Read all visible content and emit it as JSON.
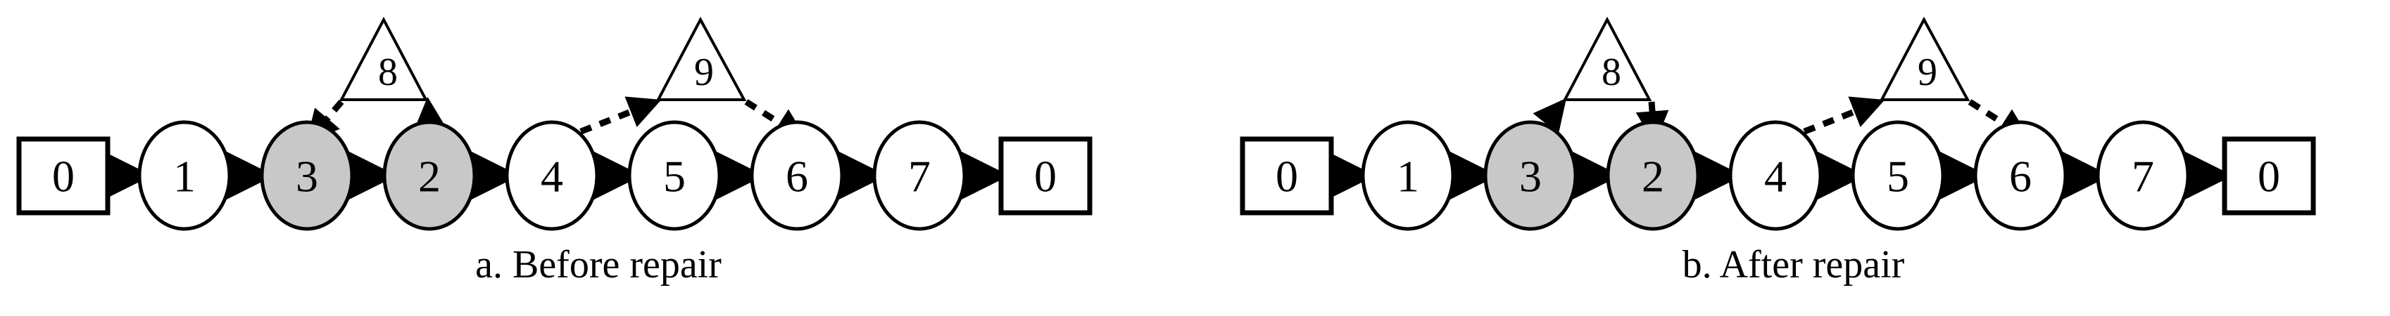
{
  "figure": {
    "type": "diagram",
    "subtype": "route-repair-sequence",
    "background": "#ffffff",
    "stroke_color": "#000000",
    "shaded_fill": "#c8c8c8",
    "plain_fill": "#ffffff"
  },
  "panels": [
    {
      "id": "a",
      "caption": "a. Before repair",
      "depot_start_label": "0",
      "depot_end_label": "0",
      "sequence": [
        {
          "label": "0",
          "shape": "square",
          "shaded": false
        },
        {
          "label": "1",
          "shape": "ellipse",
          "shaded": false
        },
        {
          "label": "3",
          "shape": "ellipse",
          "shaded": true
        },
        {
          "label": "2",
          "shape": "ellipse",
          "shaded": true
        },
        {
          "label": "4",
          "shape": "ellipse",
          "shaded": false
        },
        {
          "label": "5",
          "shape": "ellipse",
          "shaded": false
        },
        {
          "label": "6",
          "shape": "ellipse",
          "shaded": false
        },
        {
          "label": "7",
          "shape": "ellipse",
          "shaded": false
        },
        {
          "label": "0",
          "shape": "square",
          "shaded": false
        }
      ],
      "solid_arrows": [
        {
          "from": "0",
          "to": "1"
        },
        {
          "from": "1",
          "to": "3"
        },
        {
          "from": "3",
          "to": "2"
        },
        {
          "from": "2",
          "to": "4"
        },
        {
          "from": "4",
          "to": "5"
        },
        {
          "from": "5",
          "to": "6"
        },
        {
          "from": "6",
          "to": "7"
        },
        {
          "from": "7",
          "to": "0"
        }
      ],
      "triangles": [
        {
          "label": "8",
          "over_between": [
            "3",
            "2"
          ],
          "dashed_arrows": [
            {
              "from": "8",
              "to": "3",
              "direction": "down-left"
            },
            {
              "from": "2",
              "to": "8",
              "direction": "up-right"
            }
          ]
        },
        {
          "label": "9",
          "over_between": [
            "4",
            "6"
          ],
          "dashed_arrows": [
            {
              "from": "4",
              "to": "9",
              "direction": "up-right"
            },
            {
              "from": "9",
              "to": "6",
              "direction": "down-right"
            }
          ]
        }
      ]
    },
    {
      "id": "b",
      "caption": "b. After repair",
      "depot_start_label": "0",
      "depot_end_label": "0",
      "sequence": [
        {
          "label": "0",
          "shape": "square",
          "shaded": false
        },
        {
          "label": "1",
          "shape": "ellipse",
          "shaded": false
        },
        {
          "label": "3",
          "shape": "ellipse",
          "shaded": true
        },
        {
          "label": "2",
          "shape": "ellipse",
          "shaded": true
        },
        {
          "label": "4",
          "shape": "ellipse",
          "shaded": false
        },
        {
          "label": "5",
          "shape": "ellipse",
          "shaded": false
        },
        {
          "label": "6",
          "shape": "ellipse",
          "shaded": false
        },
        {
          "label": "7",
          "shape": "ellipse",
          "shaded": false
        },
        {
          "label": "0",
          "shape": "square",
          "shaded": false
        }
      ],
      "solid_arrows": [
        {
          "from": "0",
          "to": "1"
        },
        {
          "from": "1",
          "to": "3"
        },
        {
          "from": "3",
          "to": "2"
        },
        {
          "from": "2",
          "to": "4"
        },
        {
          "from": "4",
          "to": "5"
        },
        {
          "from": "5",
          "to": "6"
        },
        {
          "from": "6",
          "to": "7"
        },
        {
          "from": "7",
          "to": "0"
        }
      ],
      "triangles": [
        {
          "label": "8",
          "over_between": [
            "3",
            "2"
          ],
          "dashed_arrows": [
            {
              "from": "3",
              "to": "8",
              "direction": "up-right"
            },
            {
              "from": "8",
              "to": "2",
              "direction": "down-left"
            }
          ]
        },
        {
          "label": "9",
          "over_between": [
            "4",
            "6"
          ],
          "dashed_arrows": [
            {
              "from": "4",
              "to": "9",
              "direction": "up-right"
            },
            {
              "from": "9",
              "to": "6",
              "direction": "down-right"
            }
          ]
        }
      ]
    }
  ],
  "labels": {
    "a": {
      "n0_start": "0",
      "n1": "1",
      "n3": "3",
      "n2": "2",
      "n4": "4",
      "n5": "5",
      "n6": "6",
      "n7": "7",
      "n0_end": "0",
      "t8": "8",
      "t9": "9",
      "caption": "a. Before repair"
    },
    "b": {
      "n0_start": "0",
      "n1": "1",
      "n3": "3",
      "n2": "2",
      "n4": "4",
      "n5": "5",
      "n6": "6",
      "n7": "7",
      "n0_end": "0",
      "t8": "8",
      "t9": "9",
      "caption": "b. After repair"
    }
  }
}
